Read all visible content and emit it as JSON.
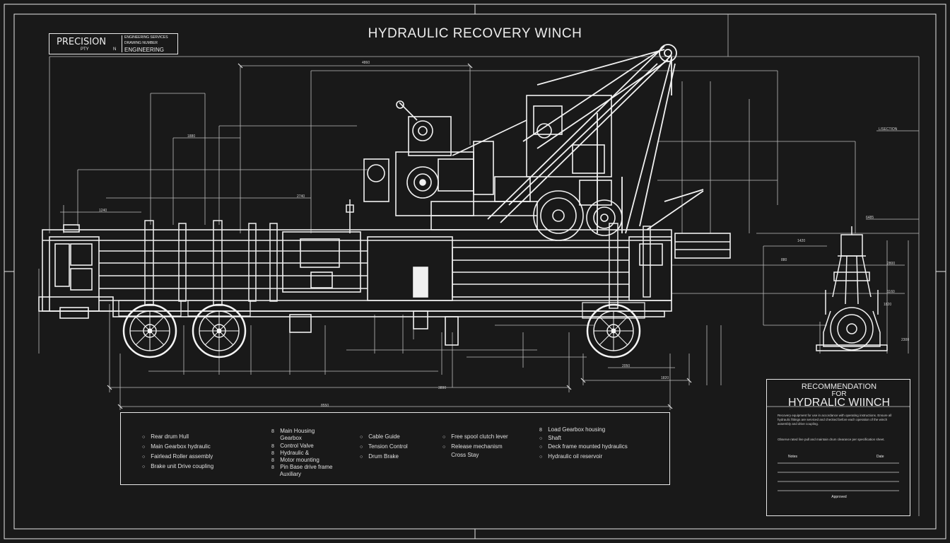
{
  "title": "HYDRAULIC RECOVERY WINCH",
  "logo": {
    "main": "PRECISION",
    "sub_left": "PTY",
    "sub_mark": "N",
    "right_line1": "ENGINEERING SERVICES",
    "right_line2": "DRAWING NUMBER",
    "right_line3": "ENGINEERING"
  },
  "dimension_labels": {
    "top_span": "4860",
    "upper_left": "1880",
    "mid_left": "2740",
    "lower_left": "1240",
    "right_tag": "L/SECTION",
    "right_mid": "1420",
    "right_low": "880",
    "bottom_overall": "8550",
    "bottom_sub": "3890",
    "bottom_right": "1820",
    "bottom_right2": "2050",
    "side_view_top": "6485",
    "side_view_a": "2800",
    "side_view_b": "1160",
    "side_view_c": "1820",
    "side_view_d": "2300"
  },
  "legend": {
    "col1": [
      {
        "mark": "○",
        "text": "Rear drum Hull"
      },
      {
        "mark": "○",
        "text": "Main Gearbox hydraulic"
      },
      {
        "mark": "○",
        "text": "Fairlead Roller assembly"
      },
      {
        "mark": "○",
        "text": "Brake unit Drive coupling"
      }
    ],
    "col2": [
      {
        "mark": "8",
        "text": "Main Housing"
      },
      {
        "mark": "",
        "text": "Gearbox"
      },
      {
        "mark": "8",
        "text": "Control Valve"
      },
      {
        "mark": "8",
        "text": "Hydraulic &"
      },
      {
        "mark": "8",
        "text": "Motor mounting"
      },
      {
        "mark": "8",
        "text": "Pin Base drive frame"
      },
      {
        "mark": "",
        "text": "Auxiliary"
      }
    ],
    "col3": [
      {
        "mark": "○",
        "text": "Cable Guide"
      },
      {
        "mark": "○",
        "text": "Tension Control"
      },
      {
        "mark": "○",
        "text": "Drum Brake"
      }
    ],
    "col4": [
      {
        "mark": "○",
        "text": "Free spool clutch lever"
      },
      {
        "mark": "○",
        "text": "Release mechanism"
      },
      {
        "mark": "",
        "text": "Cross Stay"
      }
    ],
    "col5": [
      {
        "mark": "8",
        "text": "Load Gearbox housing"
      },
      {
        "mark": "○",
        "text": "Shaft"
      },
      {
        "mark": "○",
        "text": "Deck frame mounted hydraulics"
      },
      {
        "mark": "○",
        "text": "Hydraulic oil reservoir"
      }
    ]
  },
  "spec": {
    "heading": "RECOMMENDATION",
    "sub": "FOR",
    "name": "HYDRALIC WIINCH",
    "para1": "Recovery equipment for use in accordance with operating instructions. Ensure all hydraulic fittings are serviced and checked before each operation of the winch assembly and drive coupling.",
    "para2": "Observe rated line pull and maintain drum clearance per specification sheet.",
    "col_a": "Notes",
    "col_b": "Date",
    "footer": "Approved"
  },
  "colors": {
    "background": "#191919",
    "linework": "#e8e8e8"
  }
}
